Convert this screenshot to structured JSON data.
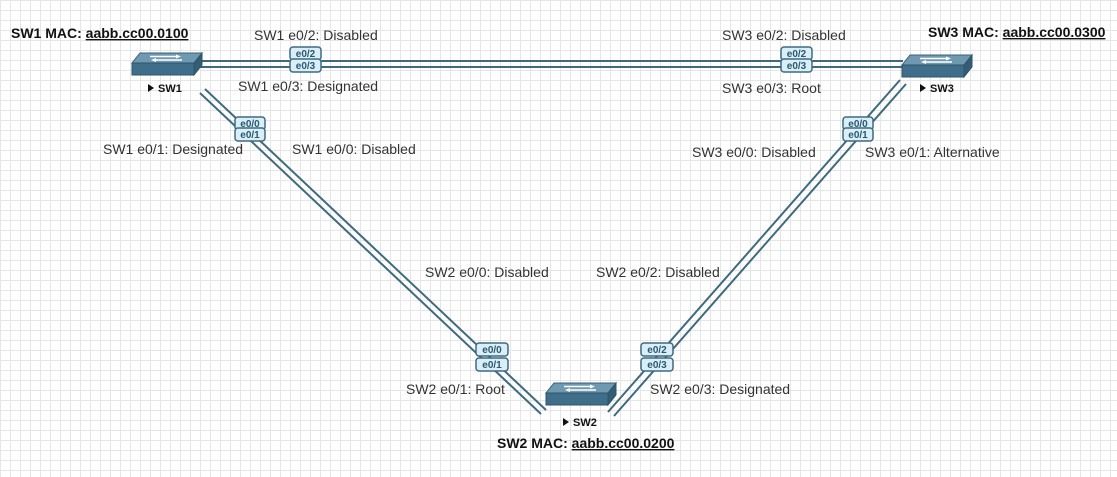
{
  "switches": {
    "sw1": {
      "name": "SW1",
      "mac_prefix": "SW1 MAC: ",
      "mac_value": "aabb.cc00.0100"
    },
    "sw2": {
      "name": "SW2",
      "mac_prefix": "SW2 MAC: ",
      "mac_value": "aabb.cc00.0200"
    },
    "sw3": {
      "name": "SW3",
      "mac_prefix": "SW3 MAC: ",
      "mac_value": "aabb.cc00.0300"
    }
  },
  "ports": {
    "sw1_sw3_a": "e0/2",
    "sw1_sw3_b": "e0/3",
    "sw3_sw1_a": "e0/2",
    "sw3_sw1_b": "e0/3",
    "sw1_sw2_a": "e0/0",
    "sw1_sw2_b": "e0/1",
    "sw2_sw1_a": "e0/0",
    "sw2_sw1_b": "e0/1",
    "sw3_sw2_a": "e0/0",
    "sw3_sw2_b": "e0/1",
    "sw2_sw3_a": "e0/2",
    "sw2_sw3_b": "e0/3"
  },
  "port_states": {
    "sw1_e02": "SW1 e0/2: Disabled",
    "sw1_e03": "SW1 e0/3: Designated",
    "sw3_e02": "SW3 e0/2: Disabled",
    "sw3_e03": "SW3 e0/3: Root",
    "sw1_e01": "SW1 e0/1: Designated",
    "sw1_e00": "SW1 e0/0: Disabled",
    "sw3_e00": "SW3 e0/0: Disabled",
    "sw3_e01": "SW3 e0/1: Alternative",
    "sw2_e00": "SW2 e0/0: Disabled",
    "sw2_e02": "SW2 e0/2: Disabled",
    "sw2_e01": "SW2 e0/1: Root",
    "sw2_e03": "SW2 e0/3: Designated"
  },
  "colors": {
    "link": "#3e6a80",
    "port_fill": "#d9eef6",
    "switch": "#3f6e8a",
    "grid": "#e6e6e6"
  }
}
